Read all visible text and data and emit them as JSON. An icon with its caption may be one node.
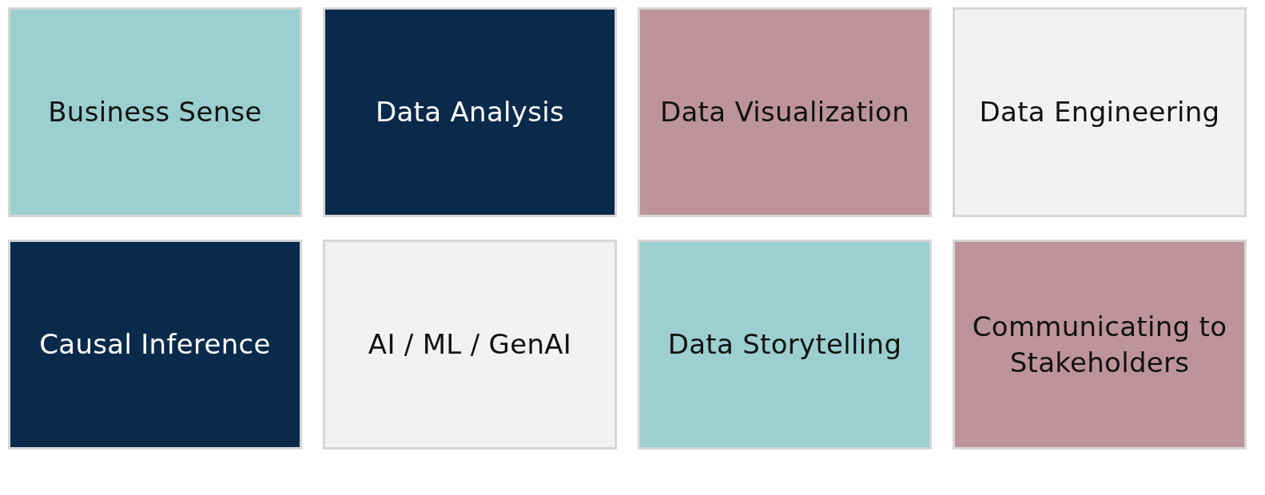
{
  "diagram": {
    "nodes": [
      {
        "text": [
          "Business Sense"
        ]
      },
      {
        "text": [
          "Data Analysis"
        ]
      },
      {
        "text": [
          "Data Visualization"
        ]
      },
      {
        "text": [
          "Data Engineering"
        ]
      },
      {
        "text": [
          "Causal Inference"
        ]
      },
      {
        "text": [
          "AI / ML / GenAI"
        ]
      },
      {
        "text": [
          "Data Storytelling"
        ]
      },
      {
        "text": [
          "Communicating to Stakeholders"
        ]
      }
    ]
  }
}
